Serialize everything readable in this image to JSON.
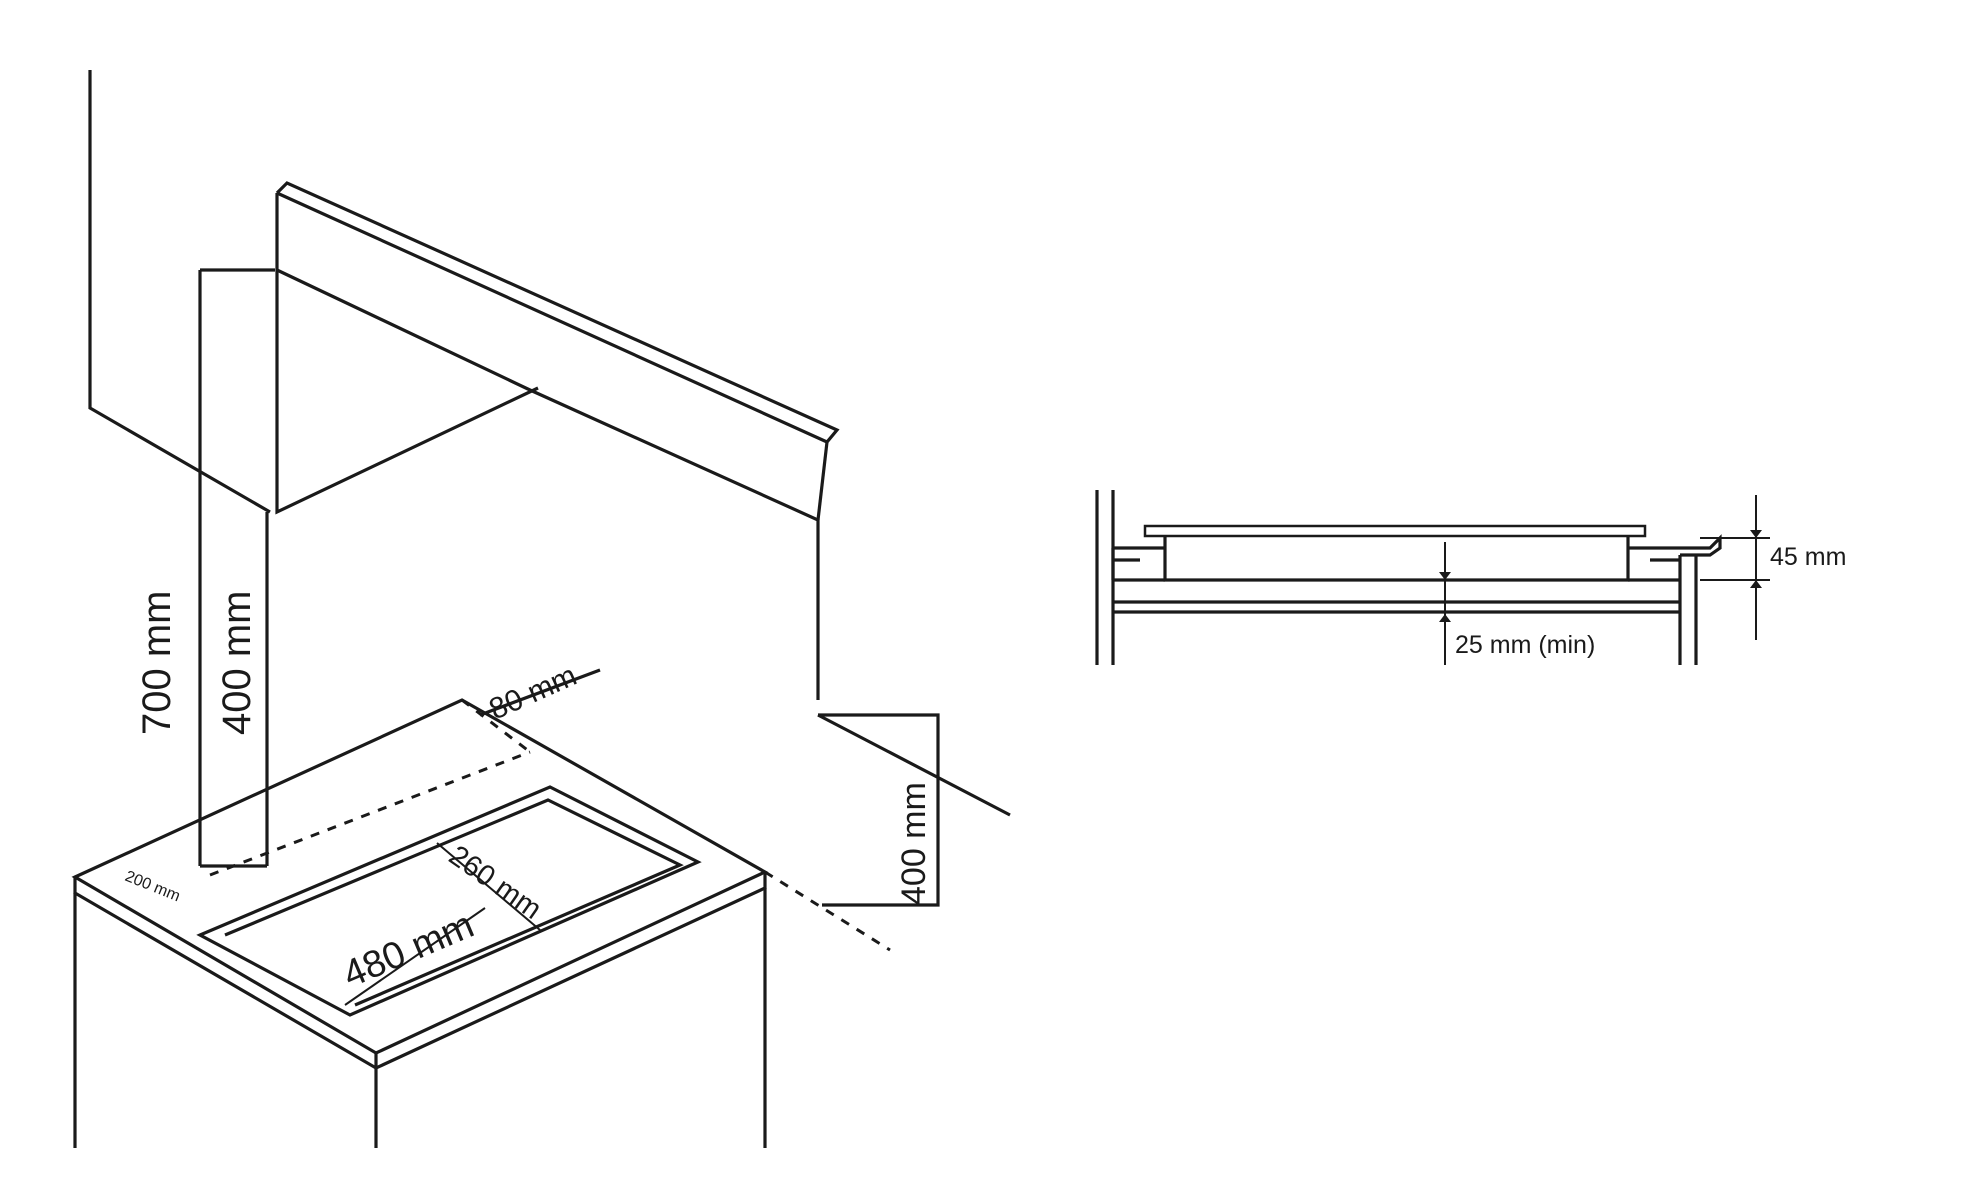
{
  "installation_view": {
    "labels": {
      "height_700": "700 mm",
      "height_400_left": "400 mm",
      "height_400_right": "400 mm",
      "depth_80": "80 mm",
      "side_200": "200 mm",
      "width_260": "260 mm",
      "length_480": "480 mm"
    }
  },
  "section_view": {
    "labels": {
      "height_45": "45 mm",
      "clearance_25": "25 mm (min)"
    }
  }
}
